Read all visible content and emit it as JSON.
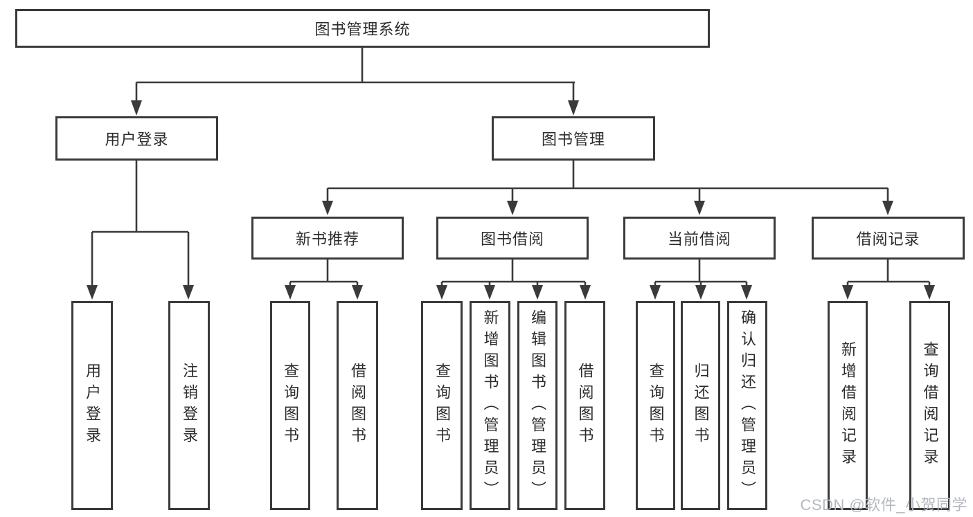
{
  "watermark": "CSDN @软件_小贺同学",
  "nodes": {
    "root": "图书管理系统",
    "login": "用户登录",
    "mgmt": "图书管理",
    "l3_new": "新书推荐",
    "l3_borrow": "图书借阅",
    "l3_current": "当前借阅",
    "l3_records": "借阅记录",
    "leaf_user_login": "用户登录",
    "leaf_logout": "注销登录",
    "leaf_new_query": "查询图书",
    "leaf_new_borrow": "借阅图书",
    "leaf_borrow_query": "查询图书",
    "leaf_borrow_add": "新增图书（管理员）",
    "leaf_borrow_edit": "编辑图书（管理员）",
    "leaf_borrow_borrow": "借阅图书",
    "leaf_current_query": "查询图书",
    "leaf_current_return": "归还图书",
    "leaf_current_confirm": "确认归还（管理员）",
    "leaf_records_add": "新增借阅记录",
    "leaf_records_query": "查询借阅记录"
  }
}
